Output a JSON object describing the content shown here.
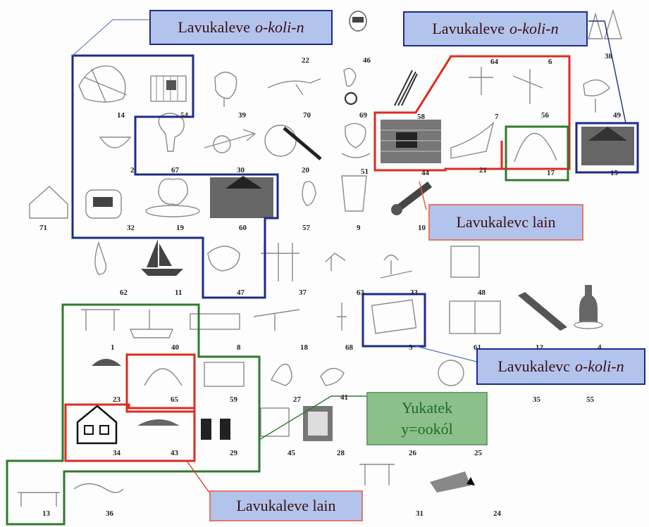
{
  "callouts": {
    "top_left": {
      "text": "Lavukaleve",
      "ital": "o-koli-n"
    },
    "top_right": {
      "text": "Lavukaleve",
      "ital": "o-koli-n"
    },
    "mid_right": {
      "text": "Lavukalevc lain"
    },
    "low_right": {
      "text": "Lavukalevc",
      "ital": "o-koli-n"
    },
    "green": {
      "line1": "Yukatek",
      "line2": "y=ookól"
    },
    "bottom": {
      "text": "Lavukaleve lain"
    }
  },
  "picture_numbers": {
    "n22": "22",
    "n46": "46",
    "n38": "38",
    "n64": "64",
    "n6": "6",
    "n14": "14",
    "n54": "54",
    "n39": "39",
    "n70": "70",
    "n69": "69",
    "n58": "58",
    "n7": "7",
    "n56": "56",
    "n49": "49",
    "n2": "2",
    "n67": "67",
    "n30": "30",
    "n20": "20",
    "n51": "51",
    "n44": "44",
    "n21": "21",
    "n17": "17",
    "n15": "15",
    "n71": "71",
    "n32": "32",
    "n19": "19",
    "n60": "60",
    "n57": "57",
    "n9": "9",
    "n10": "10",
    "n62": "62",
    "n11": "11",
    "n47": "47",
    "n37": "37",
    "n63": "63",
    "n33": "33",
    "n48": "48",
    "n1": "1",
    "n40": "40",
    "n8": "8",
    "n18": "18",
    "n68": "68",
    "n3": "3",
    "n61": "61",
    "n12": "12",
    "n4": "4",
    "n23": "23",
    "n65": "65",
    "n59": "59",
    "n27": "27",
    "n41": "41",
    "n35": "35",
    "n55": "55",
    "n34": "34",
    "n43": "43",
    "n29": "29",
    "n45": "45",
    "n28": "28",
    "n26": "26",
    "n25": "25",
    "n13": "13",
    "n36": "36",
    "n31": "31",
    "n24": "24"
  },
  "colors": {
    "blue_region": "#1c2c8a",
    "red_region": "#e02a1e",
    "green_region": "#2f7a2f",
    "callout_fill": "#b3c4ec",
    "green_fill": "#8cc08a"
  }
}
